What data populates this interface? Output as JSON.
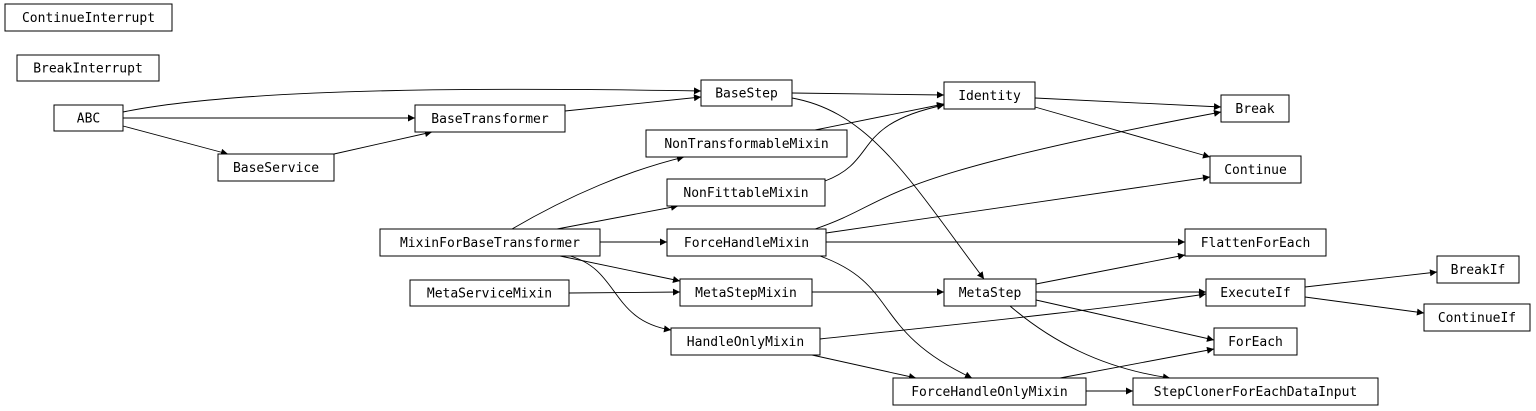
{
  "diagram": {
    "type": "class-inheritance-graph",
    "nodes": [
      {
        "id": "ContinueInterrupt",
        "label": "ContinueInterrupt"
      },
      {
        "id": "BreakInterrupt",
        "label": "BreakInterrupt"
      },
      {
        "id": "ABC",
        "label": "ABC"
      },
      {
        "id": "BaseService",
        "label": "BaseService"
      },
      {
        "id": "BaseTransformer",
        "label": "BaseTransformer"
      },
      {
        "id": "BaseStep",
        "label": "BaseStep"
      },
      {
        "id": "NonTransformableMixin",
        "label": "NonTransformableMixin"
      },
      {
        "id": "NonFittableMixin",
        "label": "NonFittableMixin"
      },
      {
        "id": "MixinForBaseTransformer",
        "label": "MixinForBaseTransformer"
      },
      {
        "id": "ForceHandleMixin",
        "label": "ForceHandleMixin"
      },
      {
        "id": "MetaServiceMixin",
        "label": "MetaServiceMixin"
      },
      {
        "id": "MetaStepMixin",
        "label": "MetaStepMixin"
      },
      {
        "id": "HandleOnlyMixin",
        "label": "HandleOnlyMixin"
      },
      {
        "id": "ForceHandleOnlyMixin",
        "label": "ForceHandleOnlyMixin"
      },
      {
        "id": "Identity",
        "label": "Identity"
      },
      {
        "id": "MetaStep",
        "label": "MetaStep"
      },
      {
        "id": "Break",
        "label": "Break"
      },
      {
        "id": "Continue",
        "label": "Continue"
      },
      {
        "id": "FlattenForEach",
        "label": "FlattenForEach"
      },
      {
        "id": "ExecuteIf",
        "label": "ExecuteIf"
      },
      {
        "id": "ForEach",
        "label": "ForEach"
      },
      {
        "id": "StepClonerForEachDataInput",
        "label": "StepClonerForEachDataInput"
      },
      {
        "id": "BreakIf",
        "label": "BreakIf"
      },
      {
        "id": "ContinueIf",
        "label": "ContinueIf"
      }
    ],
    "edges": [
      {
        "from": "ABC",
        "to": "BaseStep"
      },
      {
        "from": "ABC",
        "to": "BaseTransformer"
      },
      {
        "from": "ABC",
        "to": "BaseService"
      },
      {
        "from": "BaseService",
        "to": "BaseTransformer"
      },
      {
        "from": "BaseTransformer",
        "to": "BaseStep"
      },
      {
        "from": "BaseStep",
        "to": "Identity"
      },
      {
        "from": "BaseStep",
        "to": "MetaStep"
      },
      {
        "from": "NonTransformableMixin",
        "to": "Identity"
      },
      {
        "from": "NonFittableMixin",
        "to": "Identity"
      },
      {
        "from": "MixinForBaseTransformer",
        "to": "NonTransformableMixin"
      },
      {
        "from": "MixinForBaseTransformer",
        "to": "NonFittableMixin"
      },
      {
        "from": "MixinForBaseTransformer",
        "to": "ForceHandleMixin"
      },
      {
        "from": "MixinForBaseTransformer",
        "to": "MetaStepMixin"
      },
      {
        "from": "MixinForBaseTransformer",
        "to": "HandleOnlyMixin"
      },
      {
        "from": "ForceHandleMixin",
        "to": "Break"
      },
      {
        "from": "ForceHandleMixin",
        "to": "Continue"
      },
      {
        "from": "ForceHandleMixin",
        "to": "FlattenForEach"
      },
      {
        "from": "ForceHandleMixin",
        "to": "ForceHandleOnlyMixin"
      },
      {
        "from": "MetaServiceMixin",
        "to": "MetaStepMixin"
      },
      {
        "from": "MetaStepMixin",
        "to": "MetaStep"
      },
      {
        "from": "HandleOnlyMixin",
        "to": "ExecuteIf"
      },
      {
        "from": "HandleOnlyMixin",
        "to": "ForceHandleOnlyMixin"
      },
      {
        "from": "Identity",
        "to": "Break"
      },
      {
        "from": "Identity",
        "to": "Continue"
      },
      {
        "from": "MetaStep",
        "to": "FlattenForEach"
      },
      {
        "from": "MetaStep",
        "to": "ExecuteIf"
      },
      {
        "from": "MetaStep",
        "to": "ForEach"
      },
      {
        "from": "MetaStep",
        "to": "StepClonerForEachDataInput"
      },
      {
        "from": "ForceHandleOnlyMixin",
        "to": "ForEach"
      },
      {
        "from": "ForceHandleOnlyMixin",
        "to": "StepClonerForEachDataInput"
      },
      {
        "from": "ExecuteIf",
        "to": "BreakIf"
      },
      {
        "from": "ExecuteIf",
        "to": "ContinueIf"
      }
    ]
  }
}
